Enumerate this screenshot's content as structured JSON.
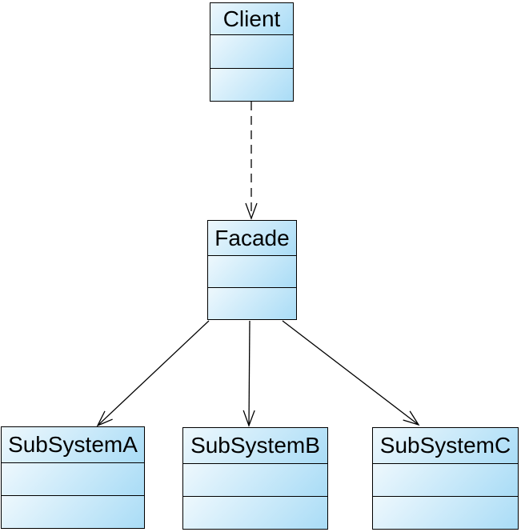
{
  "diagram": {
    "background_color": "#ffffff",
    "colors": {
      "box_border": "#000000",
      "box_gradient_start": "#eef8fd",
      "box_gradient_end": "#a9dcf6",
      "edge_line": "#000000",
      "text": "#000000"
    },
    "nodes": [
      {
        "id": "client",
        "label": "Client",
        "attributes": [],
        "methods": []
      },
      {
        "id": "facade",
        "label": "Facade",
        "attributes": [],
        "methods": []
      },
      {
        "id": "subsystem-a",
        "label": "SubSystemA",
        "attributes": [],
        "methods": []
      },
      {
        "id": "subsystem-b",
        "label": "SubSystemB",
        "attributes": [],
        "methods": []
      },
      {
        "id": "subsystem-c",
        "label": "SubSystemC",
        "attributes": [],
        "methods": []
      }
    ],
    "edges": [
      {
        "from": "Client",
        "to": "Facade",
        "line": "dashed",
        "arrowhead": "open"
      },
      {
        "from": "Facade",
        "to": "SubSystemA",
        "line": "solid",
        "arrowhead": "open"
      },
      {
        "from": "Facade",
        "to": "SubSystemB",
        "line": "solid",
        "arrowhead": "open"
      },
      {
        "from": "Facade",
        "to": "SubSystemC",
        "line": "solid",
        "arrowhead": "open"
      }
    ]
  }
}
